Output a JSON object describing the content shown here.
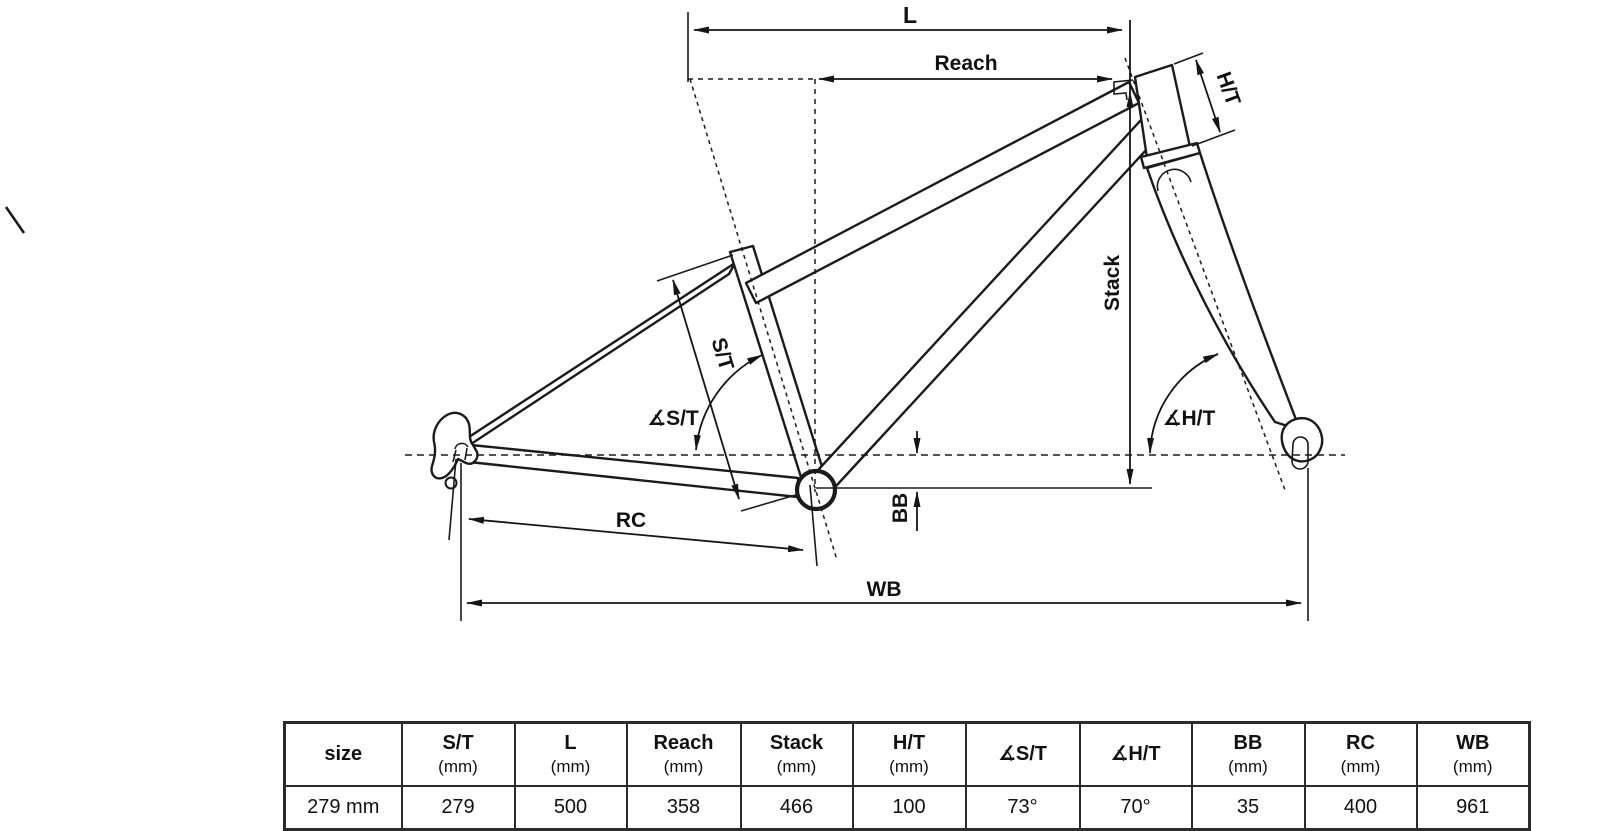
{
  "diagram": {
    "dim_labels": {
      "l": "L",
      "reach": "Reach",
      "stack": "Stack",
      "ht": "H/T",
      "st": "S/T",
      "angle_st": "∡S/T",
      "angle_ht": "∡H/T",
      "bb": "BB",
      "rc": "RC",
      "wb": "WB"
    }
  },
  "table": {
    "header": [
      {
        "label": "size",
        "unit": ""
      },
      {
        "label": "S/T",
        "unit": "(mm)"
      },
      {
        "label": "L",
        "unit": "(mm)"
      },
      {
        "label": "Reach",
        "unit": "(mm)"
      },
      {
        "label": "Stack",
        "unit": "(mm)"
      },
      {
        "label": "H/T",
        "unit": "(mm)"
      },
      {
        "label": "∡S/T",
        "unit": ""
      },
      {
        "label": "∡H/T",
        "unit": ""
      },
      {
        "label": "BB",
        "unit": "(mm)"
      },
      {
        "label": "RC",
        "unit": "(mm)"
      },
      {
        "label": "WB",
        "unit": "(mm)"
      }
    ],
    "rows": [
      [
        "279 mm",
        "279",
        "500",
        "358",
        "466",
        "100",
        "73°",
        "70°",
        "35",
        "400",
        "961"
      ]
    ]
  },
  "colors": {
    "line": "#1b1b1b",
    "background": "#ffffff"
  }
}
